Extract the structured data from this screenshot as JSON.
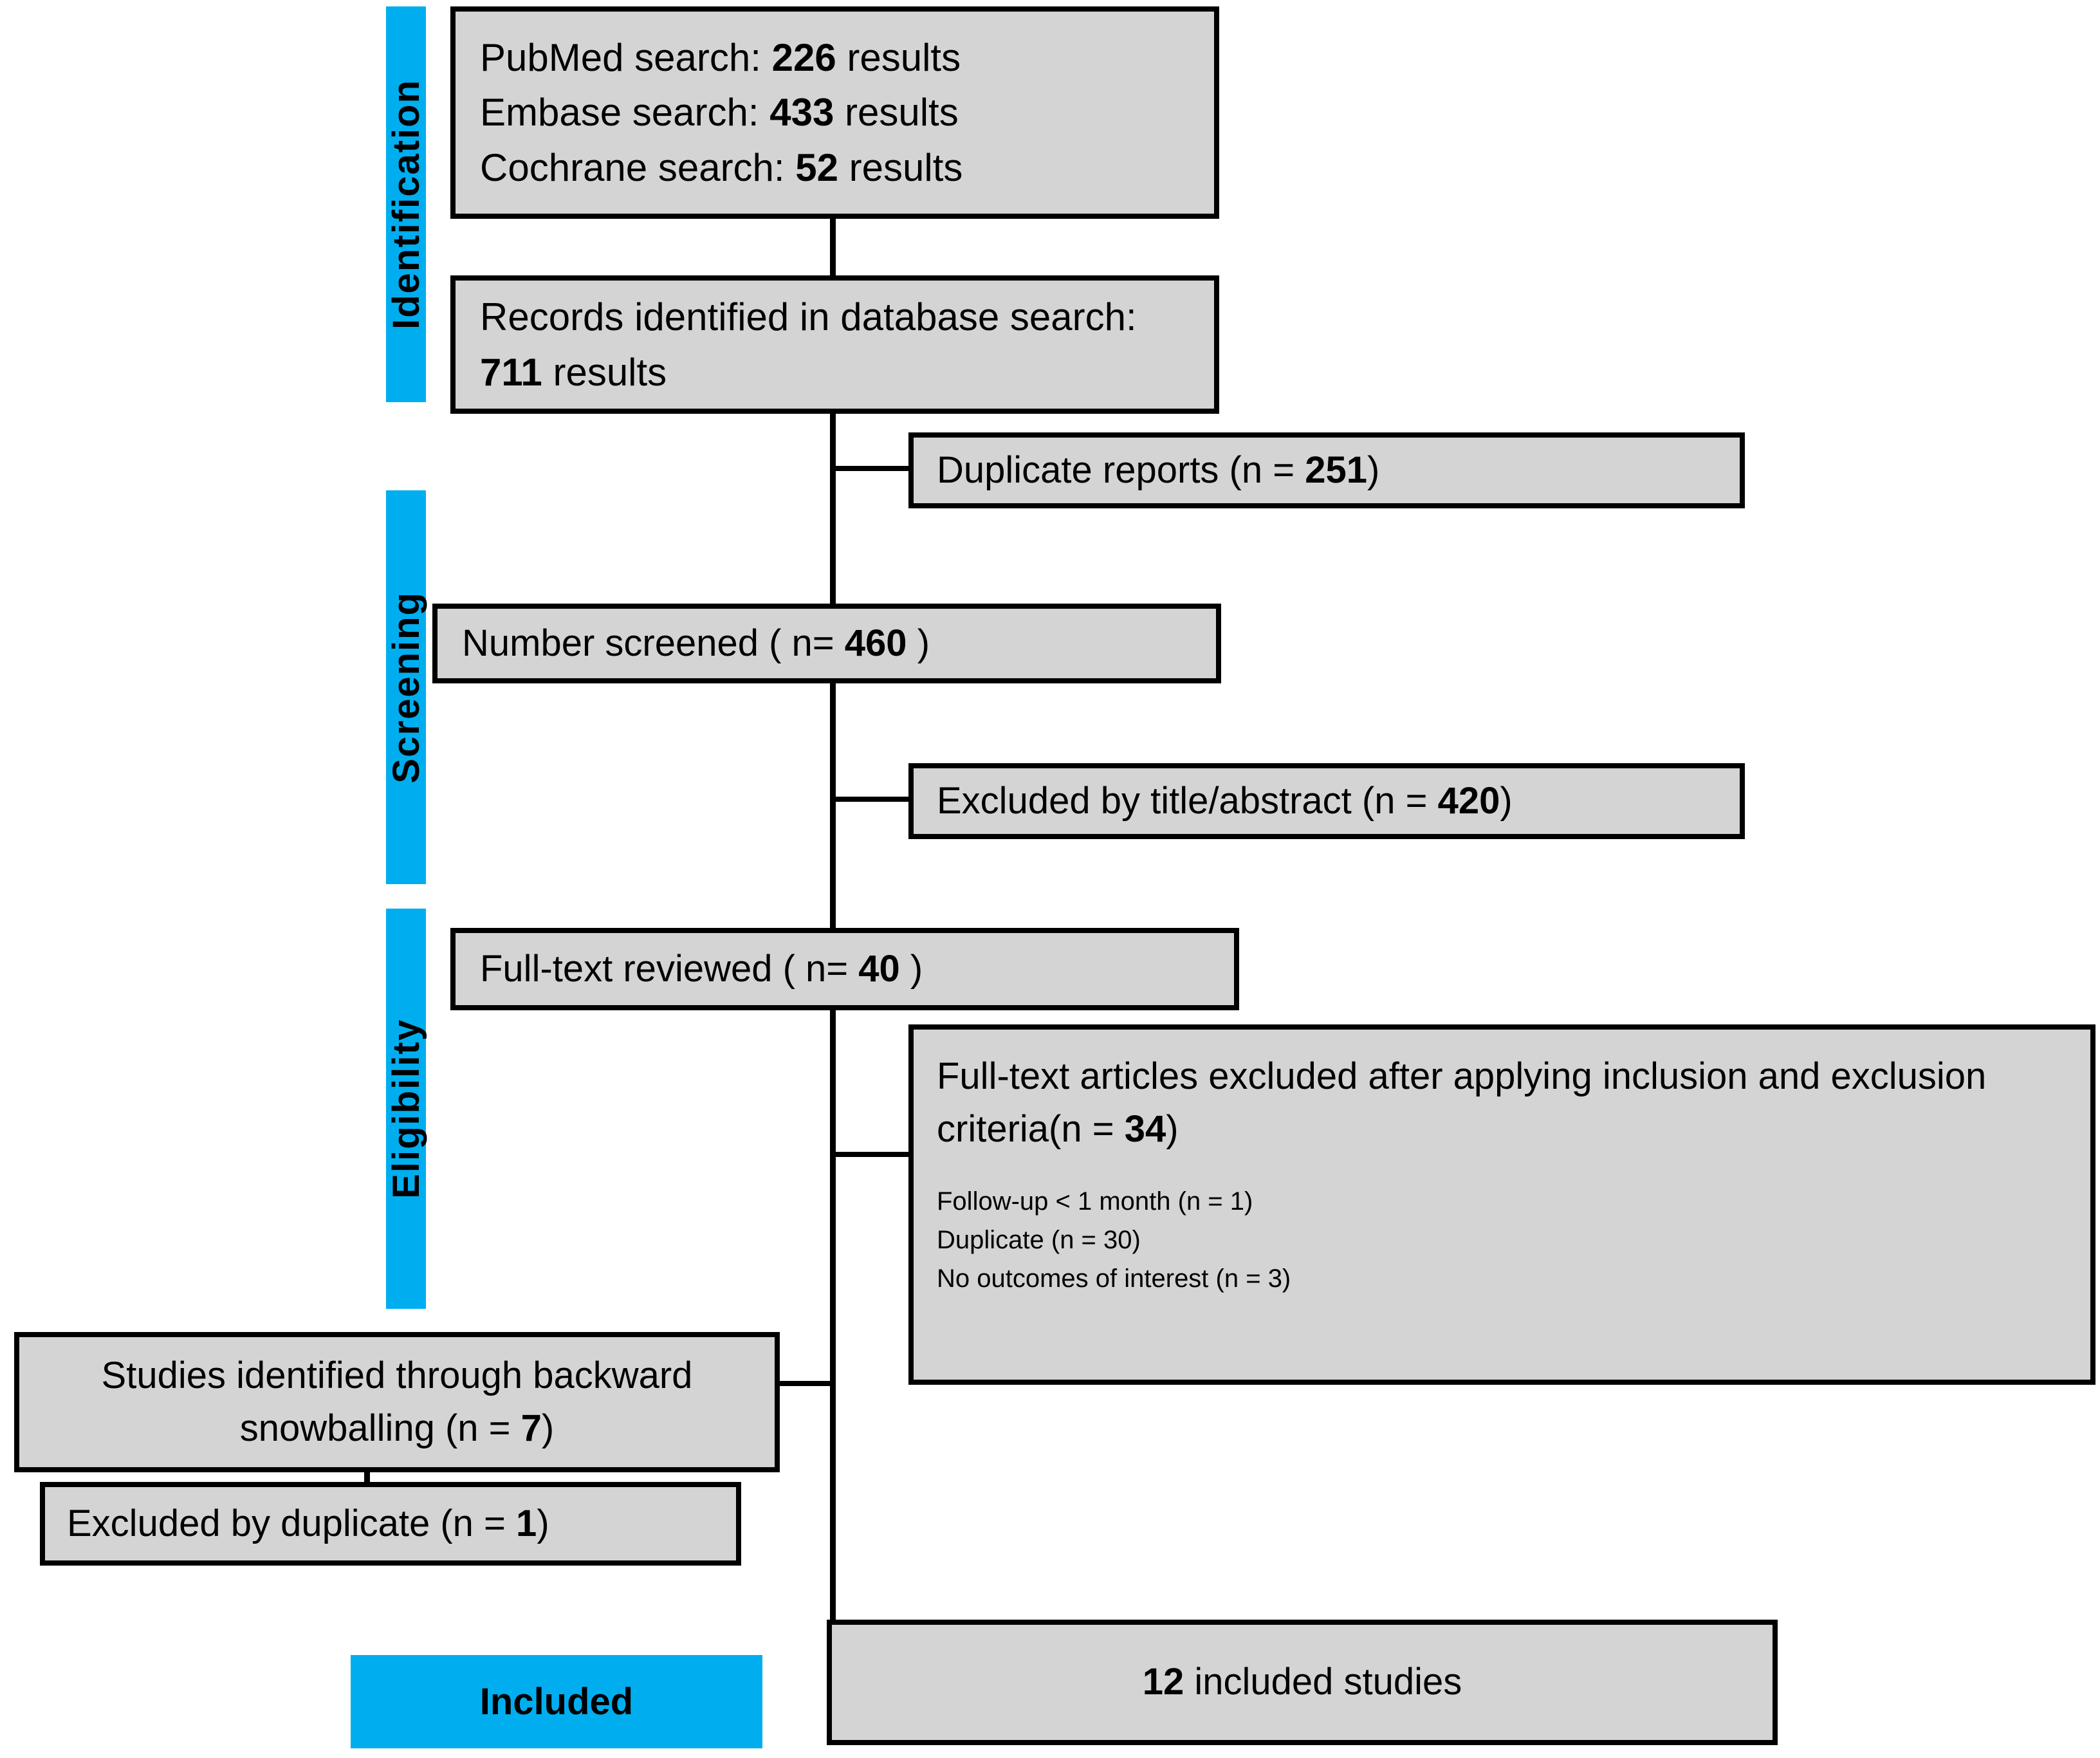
{
  "colors": {
    "accent_blue": "#00AEEF",
    "box_fill": "#D4D4D4",
    "box_border": "#000000",
    "text": "#000000"
  },
  "phases": [
    {
      "id": "identification",
      "label": "Identification"
    },
    {
      "id": "screening",
      "label": "Screening"
    },
    {
      "id": "eligibility",
      "label": "Eligibility"
    },
    {
      "id": "included",
      "label": "Included"
    }
  ],
  "boxes": {
    "db_searches": {
      "lines": [
        {
          "pre": "PubMed search: ",
          "num": "226",
          "post": " results"
        },
        {
          "pre": "Embase search: ",
          "num": "433",
          "post": " results"
        },
        {
          "pre": "Cochrane search: ",
          "num": "52",
          "post": " results"
        }
      ]
    },
    "records_identified": {
      "pre": "Records identified in database search: ",
      "num": "711",
      "post": " results"
    },
    "duplicate_reports": {
      "pre": "Duplicate reports  (n = ",
      "num": "251",
      "post": ")"
    },
    "number_screened": {
      "pre": "Number screened ( n= ",
      "num": "460",
      "post": " )"
    },
    "excluded_title_abstract": {
      "pre": "Excluded by title/abstract (n = ",
      "num": "420",
      "post": ")"
    },
    "fulltext_reviewed": {
      "pre": "Full-text reviewed ( n= ",
      "num": "40",
      "post": " )"
    },
    "fulltext_excluded": {
      "heading_pre": "Full-text articles excluded after applying inclusion and exclusion criteria(n = ",
      "heading_num": "34",
      "heading_post": ")",
      "reasons": [
        "Follow-up < 1 month (n = 1)",
        "Duplicate (n = 30)",
        "No outcomes of interest (n = 3)"
      ]
    },
    "snowballing": {
      "pre": "Studies identified through backward snowballing (n = ",
      "num": "7",
      "post": ")"
    },
    "excluded_duplicate": {
      "pre": "Excluded by duplicate (n = ",
      "num": "1",
      "post": ")"
    },
    "included_studies": {
      "pre": "",
      "num": "12",
      "post": " included studies"
    }
  }
}
